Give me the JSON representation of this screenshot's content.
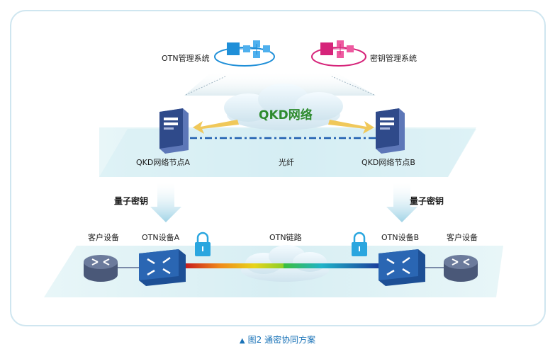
{
  "systems": {
    "otn_mgmt": "OTN管理系统",
    "key_mgmt": "密钥管理系统"
  },
  "qkd": {
    "cloud_label": "QKD网络",
    "node_a": "QKD网络节点A",
    "node_b": "QKD网络节点B",
    "fiber": "光纤"
  },
  "quantum_key_left": "量子密钥",
  "quantum_key_right": "量子密钥",
  "otn": {
    "client_left": "客户设备",
    "device_a": "OTN设备A",
    "link": "OTN链路",
    "device_b": "OTN设备B",
    "client_right": "客户设备"
  },
  "caption": {
    "marker": "▲",
    "text": "图2  通密协同方案"
  },
  "colors": {
    "frame": "#cfe6f0",
    "platform": "#dff1f5",
    "server": "#2f4a8a",
    "otn_device": "#2a66b3",
    "lock": "#2aa6df",
    "otn_mgmt_accent": "#1f8fd8",
    "key_mgmt_accent": "#d6247a",
    "cloud_text": "#2e8b2e",
    "caption": "#1a73b8"
  }
}
